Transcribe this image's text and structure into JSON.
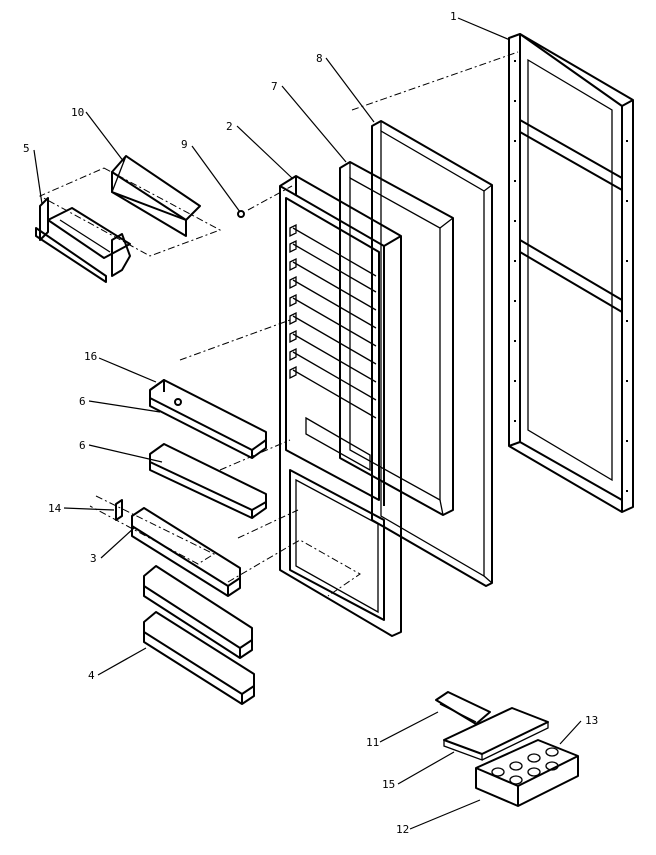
{
  "diagram": {
    "type": "exploded-parts-view",
    "callouts": [
      {
        "id": "c1",
        "label": "1"
      },
      {
        "id": "c2",
        "label": "2"
      },
      {
        "id": "c3",
        "label": "3"
      },
      {
        "id": "c4",
        "label": "4"
      },
      {
        "id": "c5",
        "label": "5"
      },
      {
        "id": "c6a",
        "label": "6"
      },
      {
        "id": "c6b",
        "label": "6"
      },
      {
        "id": "c7",
        "label": "7"
      },
      {
        "id": "c8",
        "label": "8"
      },
      {
        "id": "c9",
        "label": "9"
      },
      {
        "id": "c10",
        "label": "10"
      },
      {
        "id": "c11",
        "label": "11"
      },
      {
        "id": "c12",
        "label": "12"
      },
      {
        "id": "c13",
        "label": "13"
      },
      {
        "id": "c14",
        "label": "14"
      },
      {
        "id": "c15",
        "label": "15"
      },
      {
        "id": "c16",
        "label": "16"
      }
    ]
  }
}
